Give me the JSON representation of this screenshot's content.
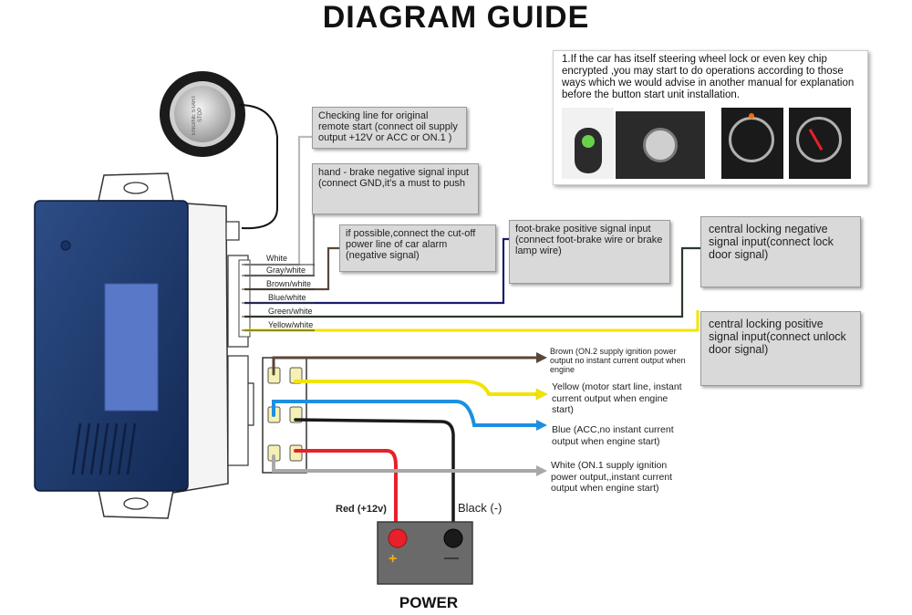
{
  "title": "DIAGRAM GUIDE",
  "note": {
    "text": "1.If the car has itself steering wheel lock or even key chip encrypted ,you may start to do operations according to those ways which we would advise in another manual for explanation before the button start unit installation."
  },
  "button": {
    "text": "ENGINE START STOP"
  },
  "callouts": {
    "checking_line": "Checking line for original remote start (connect oil supply output +12V or ACC or ON.1 )",
    "hand_brake": "hand - brake negative signal input (connect GND,it's a must to push",
    "cut_off": "if possible,connect the cut-off power line of car alarm (negative signal)",
    "foot_brake": "foot-brake positive signal input (connect foot-brake wire or brake lamp wire)",
    "lock_negative": "central locking negative signal input(connect lock door signal)",
    "lock_positive": "central locking positive signal input(connect unlock door signal)"
  },
  "wires": [
    "White",
    "Gray/white",
    "Brown/white",
    "Blue/white",
    "Green/white",
    "Yellow/white"
  ],
  "outputs": {
    "brown": "Brown (ON.2 supply ignition power output no instant current output when engine",
    "yellow": "Yellow (motor start line, instant current output when engine start)",
    "blue": "Blue (ACC,no instant current output when engine start)",
    "white": "White (ON.1 supply ignition power output,,instant current output when engine start)"
  },
  "power": {
    "label": "POWER",
    "red": "Red (+12v)",
    "black": "Black (-)",
    "plus": "+",
    "minus": "—"
  },
  "colors": {
    "module": "#1e3a6e",
    "screen": "#5a78c8",
    "yellow_wire": "#f2e400",
    "blue_wire": "#1e8fe0",
    "red_wire": "#e8202a",
    "brown_wire": "#5a4638",
    "gray_wire": "#a8a8a8",
    "callout_bg": "#d9d9d9"
  }
}
